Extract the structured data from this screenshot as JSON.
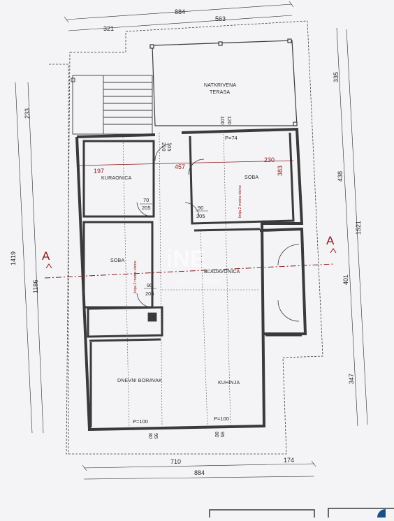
{
  "plan": {
    "rooms": {
      "terasa_line1": "NATKRIVENA",
      "terasa_line2": "TERASA",
      "kuhinja_top": "KURAONICA",
      "soba_right": "SOBA",
      "soba_left": "SOBA",
      "bathroom": "BLADAVONICA",
      "living": "DNEVNI BORAVAK",
      "kitchen": "KUHINJA"
    },
    "dims_top": {
      "total": "884",
      "left_part": "321",
      "right_part": "563"
    },
    "dims_bottom": {
      "left_part": "710",
      "right_part": "174",
      "total": "884"
    },
    "dims_left": {
      "outer": "1419",
      "upper": "233",
      "lower": "1186"
    },
    "dims_right": {
      "outer": "1521",
      "top": "335",
      "middle": "438",
      "lower": "401",
      "bottom": "347"
    },
    "openings": {
      "d1_top": "105",
      "d1_bot": "210",
      "d2_top": "100",
      "d2_bot": "120",
      "p74": "P=74",
      "k_top": "70",
      "k_bot": "205",
      "s_top": "90",
      "s_bot": "205",
      "s2_top": "90",
      "s2_bot": "205",
      "p100a": "P=100",
      "p100b": "P=100",
      "b1a": "80",
      "b1b": "95",
      "b2a": "80",
      "b2b": "95"
    },
    "red_dims": {
      "kuhinja_width": "197",
      "corridor": "457",
      "soba_width": "230",
      "soba_height": "383"
    },
    "line_label": "linija 2 metra visine",
    "section_mark": "A",
    "watermark_main": "iNE",
    "watermark_sub": "NEKRETNINE"
  },
  "colors": {
    "paper": "#f4f4f7",
    "wall": "#3a3a3a",
    "dim_line": "#2a2a2a",
    "red": "#8a1a1a"
  }
}
